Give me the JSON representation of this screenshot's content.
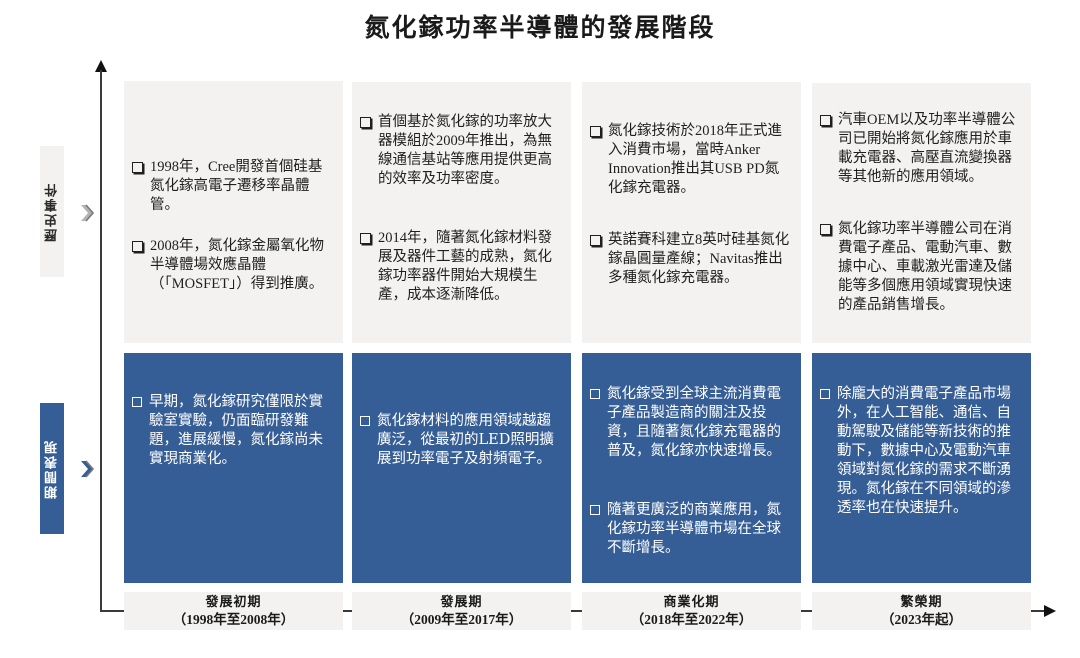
{
  "title": "氮化鎵功率半導體的發展階段",
  "rows": {
    "history_label": "歷史事件",
    "performance_label": "期間表現"
  },
  "colors": {
    "grey_box": "#f3f2f0",
    "blue_box": "#365e96",
    "axis": "#3a3a3a",
    "chevron_grey": "#b3b3b3",
    "chevron_blue": "#365e96"
  },
  "stages": [
    {
      "name": "發展初期",
      "years": "（1998年至2008年）",
      "history": [
        "1998年，Cree開發首個硅基氮化鎵高電子遷移率晶體管。",
        "2008年，氮化鎵金屬氧化物半導體場效應晶體（「MOSFET」）得到推廣。"
      ],
      "performance": [
        "早期，氮化鎵研究僅限於實驗室實驗，仍面臨研發難題，進展緩慢，氮化鎵尚未實現商業化。"
      ]
    },
    {
      "name": "發展期",
      "years": "（2009年至2017年）",
      "history": [
        "首個基於氮化鎵的功率放大器模組於2009年推出，為無線通信基站等應用提供更高的效率及功率密度。",
        "2014年，隨著氮化鎵材料發展及器件工藝的成熟，氮化鎵功率器件開始大規模生產，成本逐漸降低。"
      ],
      "performance": [
        "氮化鎵材料的應用領域越趨廣泛，從最初的LED照明擴展到功率電子及射頻電子。"
      ]
    },
    {
      "name": "商業化期",
      "years": "（2018年至2022年）",
      "history": [
        "氮化鎵技術於2018年正式進入消費市場，當時Anker Innovation推出其USB PD氮化鎵充電器。",
        "英諾賽科建立8英吋硅基氮化鎵晶圓量產線；Navitas推出多種氮化鎵充電器。"
      ],
      "performance": [
        "氮化鎵受到全球主流消費電子產品製造商的關注及投資，且隨著氮化鎵充電器的普及，氮化鎵亦快速增長。",
        "隨著更廣泛的商業應用，氮化鎵功率半導體市場在全球不斷增長。"
      ]
    },
    {
      "name": "繁榮期",
      "years": "（2023年起）",
      "history": [
        "汽車OEM以及功率半導體公司已開始將氮化鎵應用於車載充電器、高壓直流變換器等其他新的應用領域。",
        "氮化鎵功率半導體公司在消費電子產品、電動汽車、數據中心、車載激光雷達及儲能等多個應用領域實現快速的產品銷售增長。"
      ],
      "performance": [
        "除龐大的消費電子產品市場外，在人工智能、通信、自動駕駛及儲能等新技術的推動下，數據中心及電動汽車領域對氮化鎵的需求不斷湧現。氮化鎵在不同領域的滲透率也在快速提升。"
      ]
    }
  ]
}
